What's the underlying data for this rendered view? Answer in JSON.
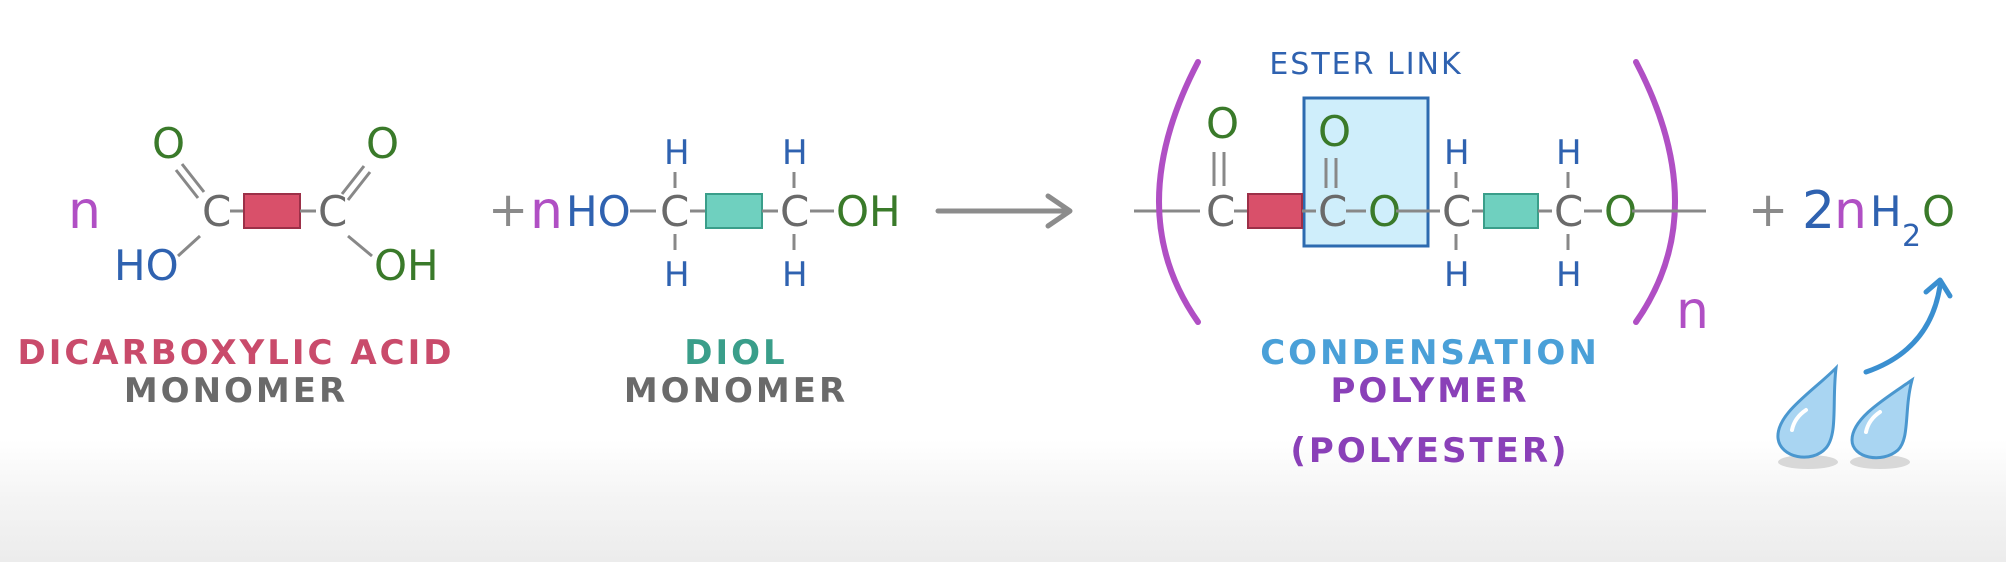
{
  "colors": {
    "purple": "#b04fc4",
    "blue": "#2f62b0",
    "green": "#3a7a2a",
    "gray": "#6a6a6a",
    "red": "#c94b6b",
    "teal": "#3a9e8a",
    "light_blue": "#4aa0d8",
    "violet": "#8a40b8",
    "red_block": "#d9506a",
    "teal_block": "#6fd0bf",
    "ester_fill": "#cfeefb",
    "ester_border": "#2d6bb0"
  },
  "acid": {
    "coefficient": "n",
    "carbon": "C",
    "oxygen": "O",
    "hydroxyl_left": "HO",
    "hydroxyl_right": "OH",
    "label_name": "DICARBOXYLIC ACID",
    "label_type": "MONOMER"
  },
  "plus": "+",
  "diol": {
    "coefficient": "n",
    "hydroxyl_left": "HO",
    "hydroxyl_right": "OH",
    "carbon": "C",
    "hydrogen": "H",
    "label_name": "DIOL",
    "label_type": "MONOMER"
  },
  "polymer": {
    "carbon": "C",
    "oxygen": "O",
    "hydrogen": "H",
    "repeat_subscript": "n",
    "ester_label": "ESTER LINK",
    "label_line1": "CONDENSATION",
    "label_line2": "POLYMER",
    "label_line3": "(POLYESTER)"
  },
  "water": {
    "coefficient": "2",
    "n": "n",
    "h": "H",
    "subscript": "2",
    "o": "O"
  }
}
